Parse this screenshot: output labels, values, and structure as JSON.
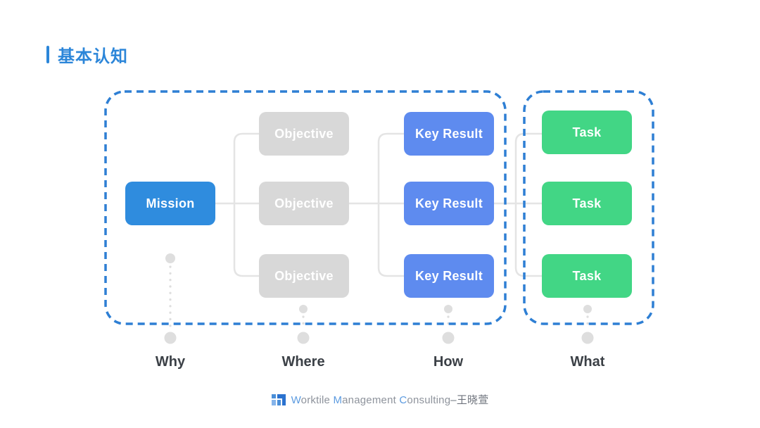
{
  "page": {
    "title": "基本认知"
  },
  "diagram": {
    "mission": "Mission",
    "objectives": [
      "Objective",
      "Objective",
      "Objective"
    ],
    "key_results": [
      "Key Result",
      "Key Result",
      "Key Result"
    ],
    "tasks": [
      "Task",
      "Task",
      "Task"
    ],
    "column_labels": [
      "Why",
      "Where",
      "How",
      "What"
    ]
  },
  "footer": {
    "segments": [
      {
        "text": "W"
      },
      {
        "text": "orktile "
      },
      {
        "text": "M"
      },
      {
        "text": "anagement "
      },
      {
        "text": "C"
      },
      {
        "text": "onsulting"
      },
      {
        "text": "–王晓萱"
      }
    ]
  },
  "colors": {
    "accent_blue": "#2c86d9",
    "mission_blue": "#2f8cde",
    "key_result_blue": "#5e8bef",
    "task_green": "#42d685",
    "objective_gray": "#d8d8d8",
    "dashed_border_blue": "#2e7fd4",
    "connector_gray": "#e4e4e4",
    "marker_dot_gray": "#dedede",
    "label_dark": "#3b4046"
  }
}
